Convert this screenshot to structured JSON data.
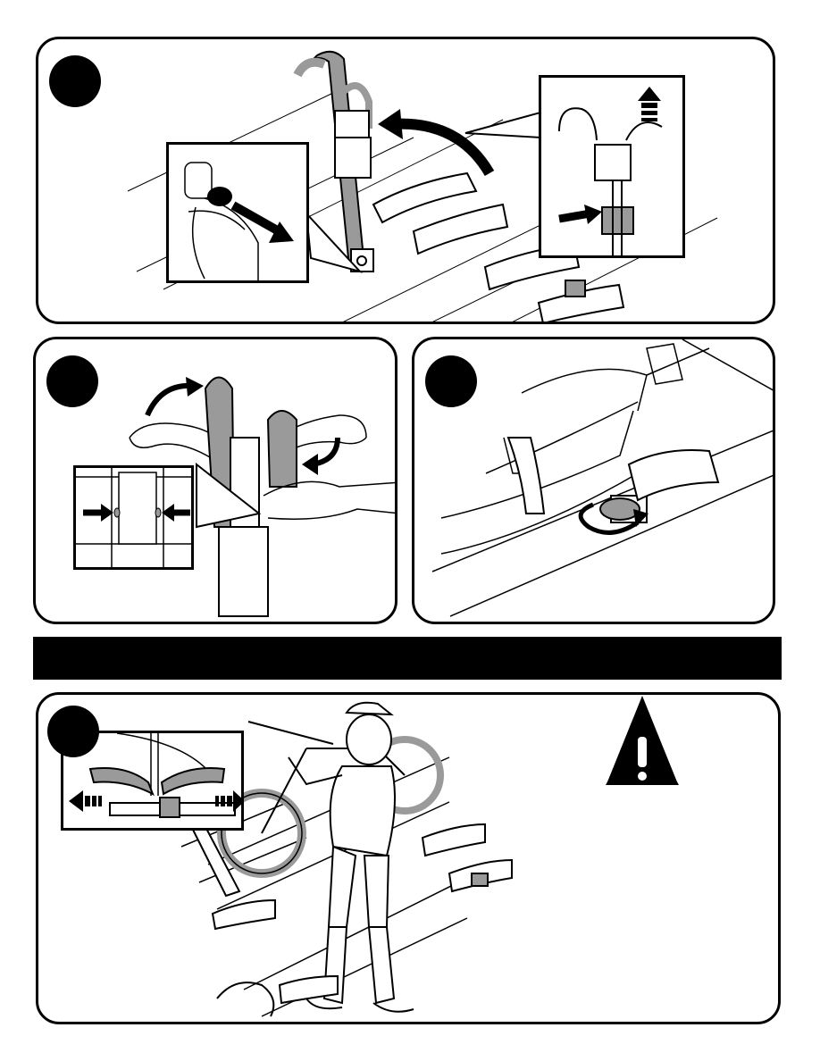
{
  "document": {
    "type": "installation-instructions",
    "panels": [
      {
        "id": "panel-1",
        "illustration": "pull-knob-and-raise-bike-arm",
        "icons": [
          "pull-arrow-icon",
          "rotate-arrow-icon",
          "up-arrow-icon",
          "push-arrow-icon"
        ]
      },
      {
        "id": "panel-2",
        "illustration": "rotate-arms-and-squeeze-latch",
        "icons": [
          "rotate-arrow-icon",
          "squeeze-arrows-icon"
        ]
      },
      {
        "id": "panel-3",
        "illustration": "turn-tray-knob",
        "icons": [
          "rotate-arrow-icon"
        ]
      },
      {
        "id": "panel-4",
        "illustration": "load-bike-onto-rack",
        "icons": [
          "slide-arrows-icon",
          "warning-icon"
        ]
      }
    ],
    "section_bar": "",
    "colors": {
      "ink": "#000000",
      "highlight_gray": "#9a9a9a",
      "paper": "#ffffff"
    }
  }
}
